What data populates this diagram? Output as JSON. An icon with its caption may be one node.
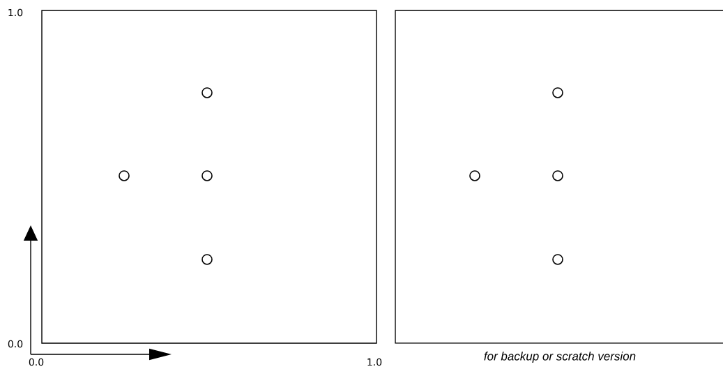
{
  "diagram": {
    "nodes": [
      {
        "text": [],
        "shape": "box"
      },
      {
        "text": [],
        "shape": "circle",
        "in": 0
      },
      {
        "text": [],
        "shape": "circle",
        "in": 0
      },
      {
        "text": [],
        "shape": "circle",
        "in": 0
      },
      {
        "text": [],
        "shape": "circle",
        "in": 0
      },
      {
        "text": [],
        "shape": "box",
        "beside": [
          "for backup or scratch version"
        ]
      },
      {
        "text": [],
        "shape": "circle",
        "in": 5
      },
      {
        "text": [],
        "shape": "circle",
        "in": 5
      },
      {
        "text": [],
        "shape": "circle",
        "in": 5
      },
      {
        "text": [],
        "shape": "circle",
        "in": 5
      }
    ],
    "labels": [
      "1.0",
      "0.0",
      "0.0",
      "1.0"
    ]
  }
}
